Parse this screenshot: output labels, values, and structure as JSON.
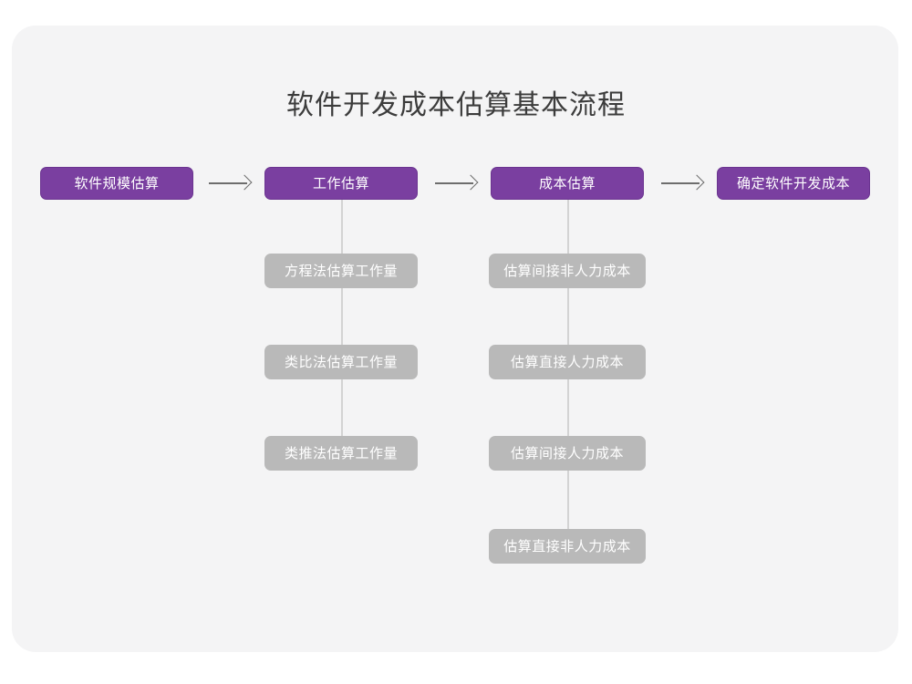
{
  "page": {
    "background_color": "#ffffff",
    "card_color": "#f4f4f5"
  },
  "diagram": {
    "title": "软件开发成本估算基本流程",
    "type": "flowchart",
    "colors": {
      "primary_fill": "#7a3fa0",
      "primary_border": "#6b3490",
      "secondary_fill": "#b9b9b9",
      "node_text": "#ffffff",
      "title_text": "#3c3c3c",
      "arrow": "#6d6d6d",
      "connector": "#d3d3d3"
    },
    "main_flow": [
      {
        "id": "step1",
        "label": "软件规模估算"
      },
      {
        "id": "step2",
        "label": "工作估算"
      },
      {
        "id": "step3",
        "label": "成本估算"
      },
      {
        "id": "step4",
        "label": "确定软件开发成本"
      }
    ],
    "arrows": [
      {
        "id": "arrow1",
        "from": "step1",
        "to": "step2",
        "glyph": "right-arrow"
      },
      {
        "id": "arrow2",
        "from": "step2",
        "to": "step3",
        "glyph": "right-arrow"
      },
      {
        "id": "arrow3",
        "from": "step3",
        "to": "step4",
        "glyph": "right-arrow"
      }
    ],
    "branches": [
      {
        "parent": "step2",
        "items": [
          {
            "label": "方程法估算工作量"
          },
          {
            "label": "类比法估算工作量"
          },
          {
            "label": "类推法估算工作量"
          }
        ]
      },
      {
        "parent": "step3",
        "items": [
          {
            "label": "估算间接非人力成本"
          },
          {
            "label": "估算直接人力成本"
          },
          {
            "label": "估算间接人力成本"
          },
          {
            "label": "估算直接非人力成本"
          }
        ]
      }
    ]
  }
}
